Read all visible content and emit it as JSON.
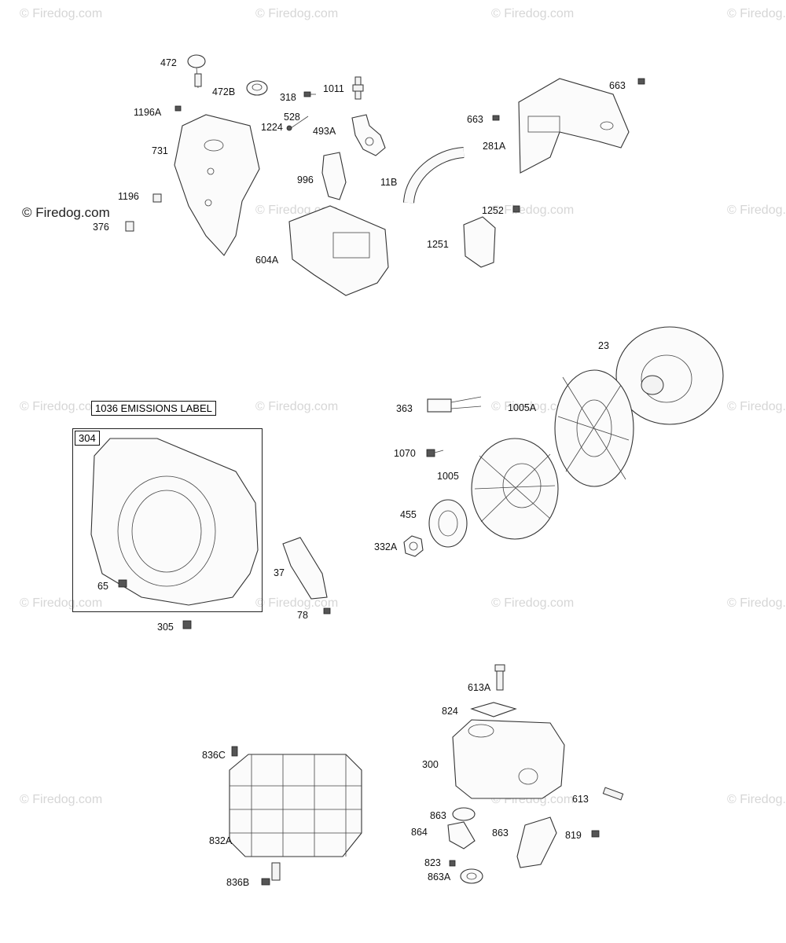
{
  "watermark_text": "© Firedog.com",
  "copyright_text": "© Firedog.com",
  "labels": {
    "l472": "472",
    "l472B": "472B",
    "l318": "318",
    "l1011": "1011",
    "l1196A": "1196A",
    "l528": "528",
    "l1224": "1224",
    "l493A": "493A",
    "l731": "731",
    "l996": "996",
    "l11B": "11B",
    "l1196": "1196",
    "l376": "376",
    "l604A": "604A",
    "l663a": "663",
    "l663b": "663",
    "l281A": "281A",
    "l1252": "1252",
    "l1251": "1251",
    "l23": "23",
    "l363": "363",
    "l1005A": "1005A",
    "l1070": "1070",
    "l1005": "1005",
    "l455": "455",
    "l332A": "332A",
    "l65": "65",
    "l37": "37",
    "l305": "305",
    "l78": "78",
    "l613A": "613A",
    "l824": "824",
    "l836C": "836C",
    "l300": "300",
    "l613": "613",
    "l832A": "832A",
    "l863a": "863",
    "l864": "864",
    "l863b": "863",
    "l819": "819",
    "l823": "823",
    "l863A": "863A",
    "l836B": "836B"
  },
  "boxes": {
    "emissions_label": "1036 EMISSIONS LABEL",
    "blower_housing": "304"
  }
}
